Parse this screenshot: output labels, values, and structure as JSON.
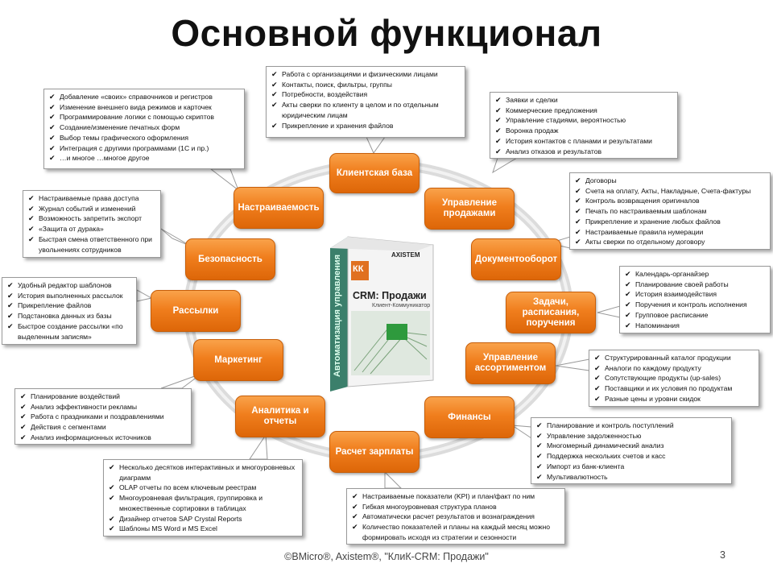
{
  "title": "Основной функционал",
  "footer": "©BMicro®, Axistem®, \"КлиК-CRM: Продажи\"",
  "page_number": "3",
  "colors": {
    "node_orange": "#f07e1d",
    "ring_gray": "#d8d8d8"
  },
  "icons": {
    "bullet": "check-icon"
  },
  "product": {
    "brand": "AXISTEM",
    "vertical_text": "Автоматизация управления",
    "name": "CRM: Продажи",
    "subtitle": "Клиент-Коммуникатор",
    "badge": "КК"
  },
  "nodes": [
    {
      "id": "client-base",
      "label": "Клиентская база"
    },
    {
      "id": "sales",
      "label": "Управление продажами"
    },
    {
      "id": "docflow",
      "label": "Документооборот"
    },
    {
      "id": "tasks",
      "label": "Задачи, расписания, поручения"
    },
    {
      "id": "assortment",
      "label": "Управление ассортиментом"
    },
    {
      "id": "finance",
      "label": "Финансы"
    },
    {
      "id": "salary",
      "label": "Расчет зарплаты"
    },
    {
      "id": "analytics",
      "label": "Аналитика и отчеты"
    },
    {
      "id": "marketing",
      "label": "Маркетинг"
    },
    {
      "id": "mailing",
      "label": "Рассылки"
    },
    {
      "id": "security",
      "label": "Безопасность"
    },
    {
      "id": "customization",
      "label": "Настраиваемость"
    }
  ],
  "callouts": {
    "client_base": [
      "Работа с организациями и физическими лицами",
      "Контакты, поиск, фильтры, группы",
      "Потребности, воздействия",
      "Акты сверки по клиенту в целом и по отдельным юридическим лицам",
      "Прикрепление и хранения файлов"
    ],
    "sales": [
      "Заявки и сделки",
      "Коммерческие предложения",
      "Управление стадиями, вероятностью",
      "Воронка продаж",
      "История контактов с планами и результатами",
      "Анализ отказов и результатов"
    ],
    "docflow": [
      "Договоры",
      "Счета на оплату, Акты, Накладные, Счета-фактуры",
      "Контроль возвращения оригиналов",
      "Печать по настраиваемым шаблонам",
      "Прикрепление и хранение любых файлов",
      "Настраиваемые правила нумерации",
      "Акты сверки по отдельному договору"
    ],
    "tasks": [
      "Календарь-органайзер",
      "Планирование своей работы",
      "История взаимодействия",
      "Поручения и контроль исполнения",
      "Групповое расписание",
      "Напоминания"
    ],
    "assortment": [
      "Структурированный каталог продукции",
      "Аналоги по каждому продукту",
      "Сопутствующие продукты (up-sales)",
      "Поставщики и их условия по продуктам",
      "Разные цены и уровни скидок"
    ],
    "finance": [
      "Планирование и контроль поступлений",
      "Управление задолженностью",
      "Многомерный динамический анализ",
      "Поддержка нескольких счетов и касс",
      "Импорт из банк-клиента",
      "Мультивалютность"
    ],
    "salary": [
      "Настраиваемые показатели (KPI) и план/факт по ним",
      "Гибкая многоуровневая структура планов",
      "Автоматически расчет результатов и вознаграждения",
      "Количество показателей и планы на каждый месяц можно формировать исходя из стратегии и сезонности"
    ],
    "analytics": [
      "Несколько десятков интерактивных и многоуровневых диаграмм",
      "OLAP отчеты по всем ключевым реестрам",
      "Многоуровневая фильтрация, группировка и множественные сортировки в таблицах",
      "Дизайнер отчетов SAP Crystal Reports",
      "Шаблоны MS Word и MS Excel"
    ],
    "marketing": [
      "Планирование воздействий",
      "Анализ эффективности рекламы",
      "Работа с праздниками и поздравлениями",
      "Действия с сегментами",
      "Анализ информационных источников"
    ],
    "mailing": [
      "Удобный редактор шаблонов",
      "История выполненных рассылок",
      "Прикрепление файлов",
      "Подстановка данных из базы",
      "Быстрое создание рассылки «по выделенным записям»"
    ],
    "security": [
      "Настраиваемые права доступа",
      "Журнал событий и изменений",
      "Возможность запретить экспорт",
      "«Защита от дурака»",
      "Быстрая смена ответственного при увольнениях сотрудников"
    ],
    "customization": [
      "Добавление «своих» справочников и регистров",
      "Изменение внешнего вида режимов и карточек",
      "Программирование логики с помощью скриптов",
      "Создание/изменение печатных форм",
      "Выбор темы графического оформления",
      "Интеграция с другими программами (1С и пр.)",
      "…и многое …многое другое"
    ]
  }
}
